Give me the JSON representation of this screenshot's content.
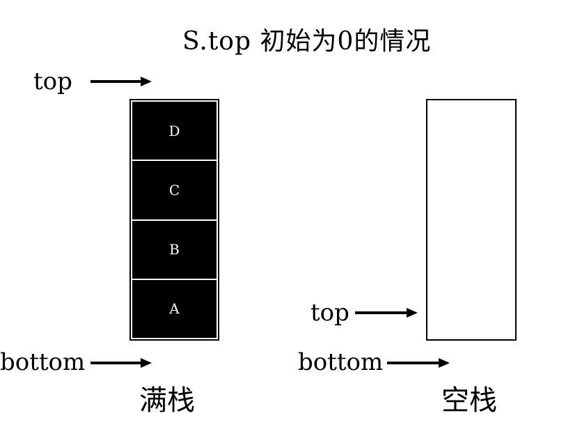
{
  "title": "S.top 初始为0的情况",
  "full_stack": {
    "top_label": "top",
    "bottom_label": "bottom",
    "caption": "满栈",
    "items": [
      "D",
      "C",
      "B",
      "A"
    ]
  },
  "empty_stack": {
    "top_label": "top",
    "bottom_label": "bottom",
    "caption": "空栈"
  }
}
